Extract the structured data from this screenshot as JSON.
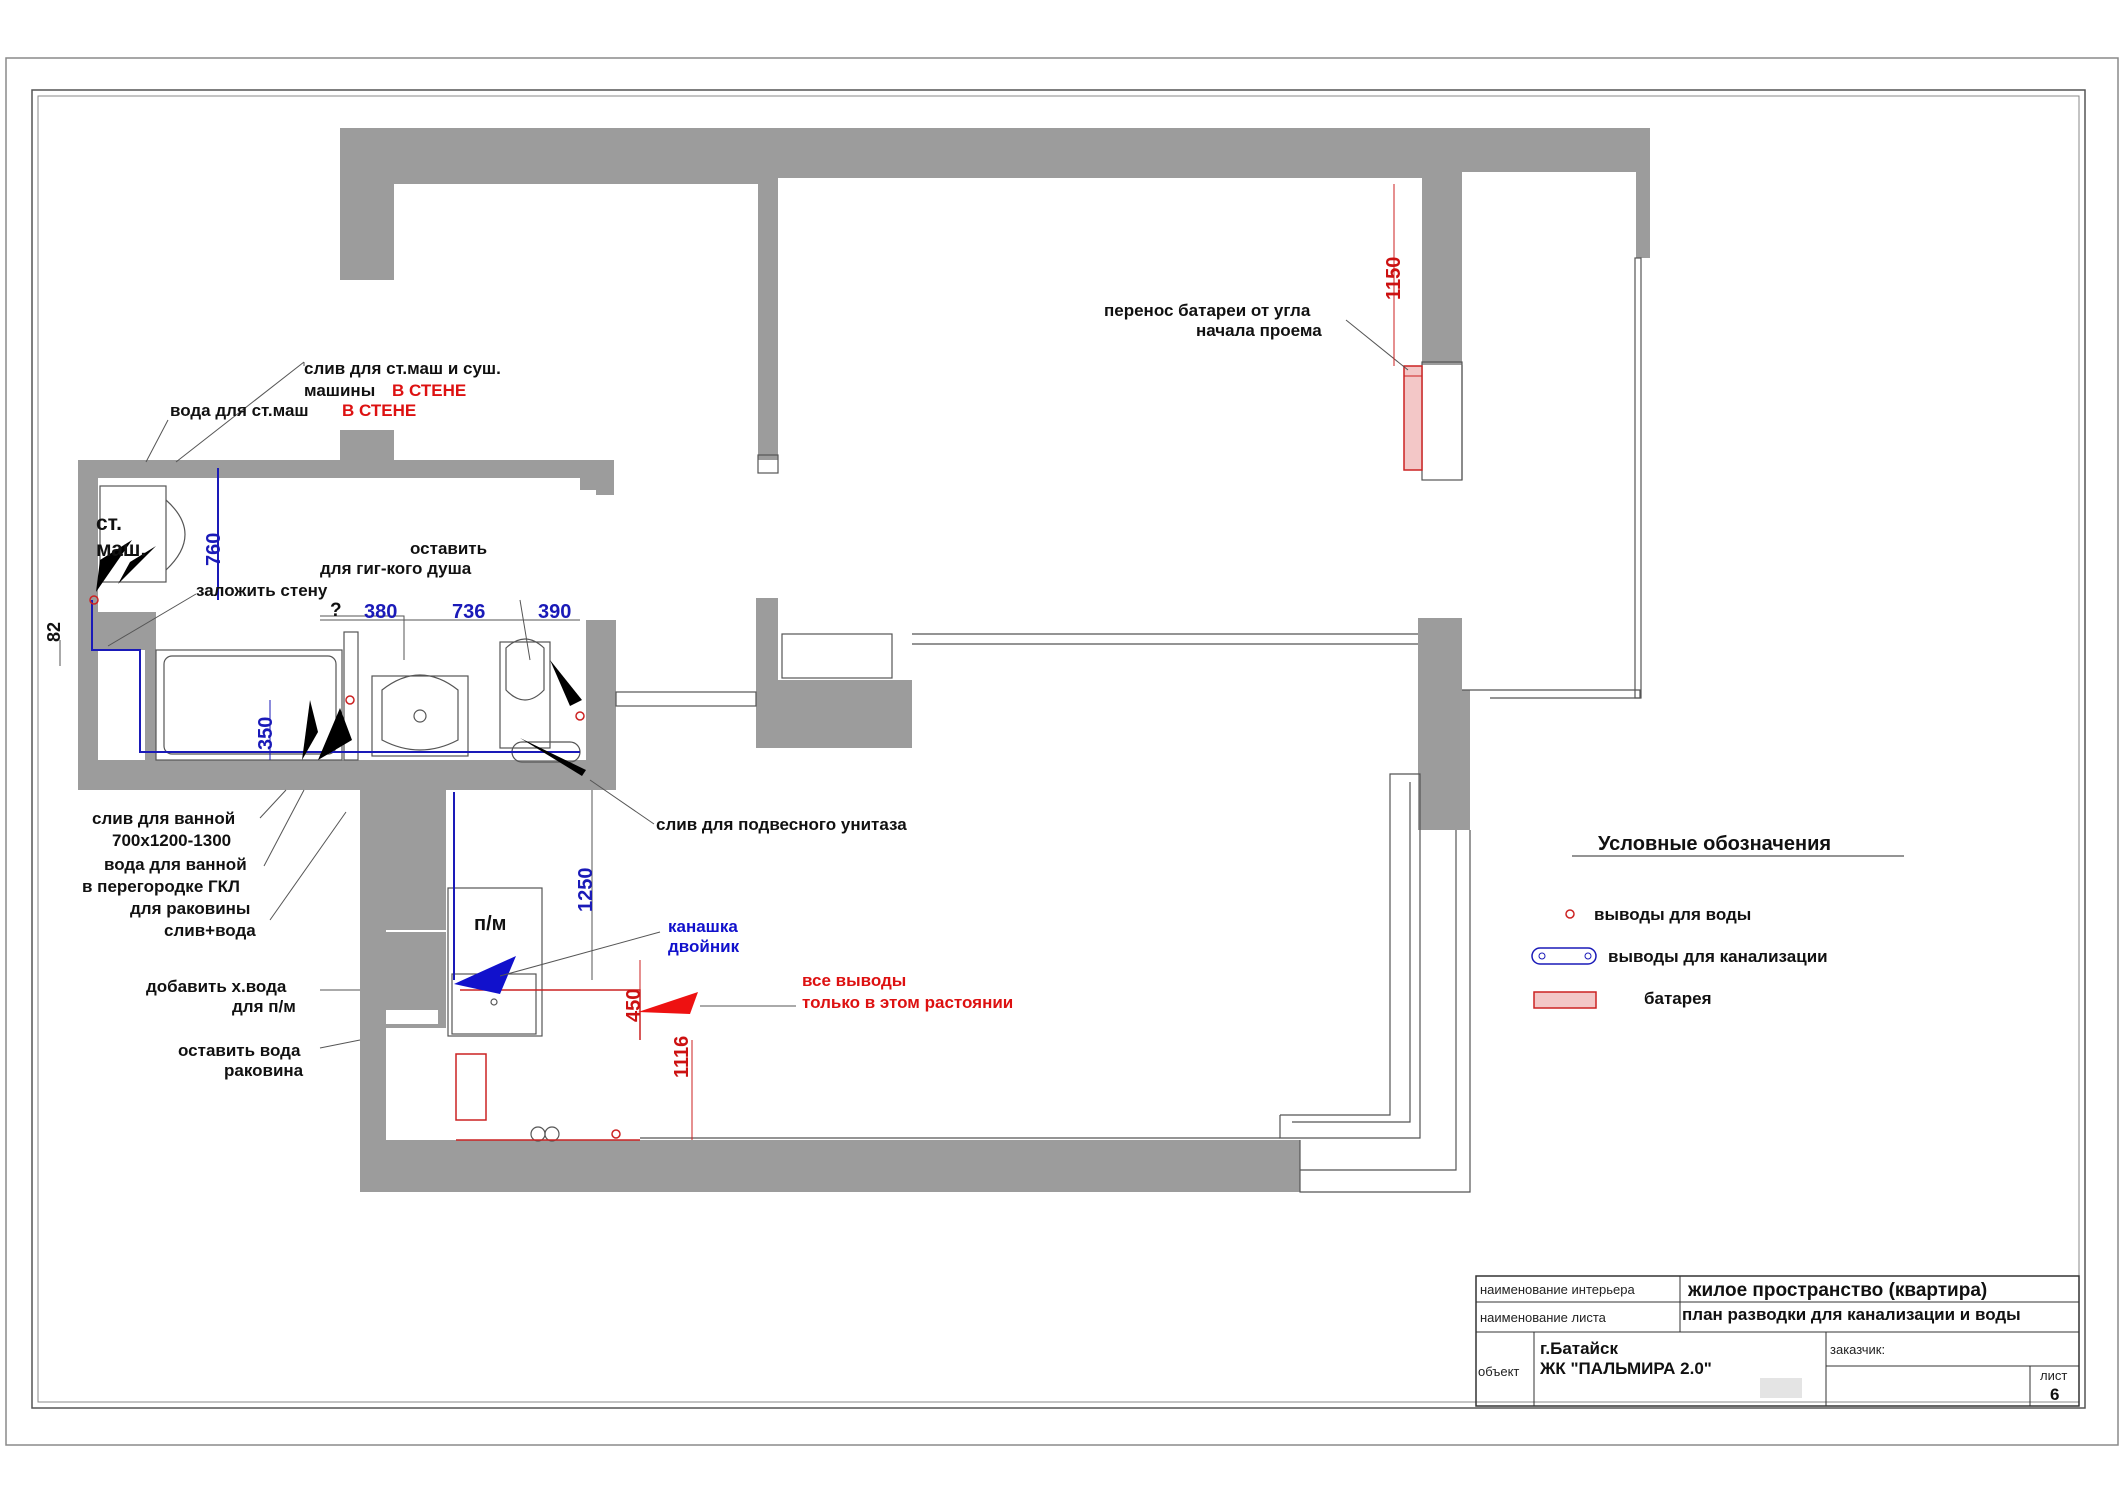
{
  "plan": {
    "annotations": {
      "drain_washer_dryer_1": "слив для ст.маш и суш.",
      "drain_washer_dryer_2": "машины",
      "in_wall": "В СТЕНЕ",
      "water_washer": "вода для ст.маш",
      "washer_label_1": "ст.",
      "washer_label_2": "маш.",
      "leave_1": "оставить",
      "leave_2": "для гиг-кого душа",
      "block_wall": "заложить стену",
      "question": "?",
      "bath_drain_1": "слив для ванной",
      "bath_drain_2": "700х1200-1300",
      "bath_water_1": "вода для ванной",
      "bath_water_2": "в перегородке ГКЛ",
      "sink_1": "для раковины",
      "sink_2": "слив+вода",
      "dishwasher_water_1": "добавить х.вода",
      "dishwasher_water_2": "для п/м",
      "sink_water_1": "оставить вода",
      "sink_water_2": "раковина",
      "toilet_drain": "слив для подвесного унитаза",
      "dishwasher": "п/м",
      "sewer_1": "канашка",
      "sewer_2": "двойник",
      "all_outlets_1": "все выводы",
      "all_outlets_2": "только в этом растоянии",
      "radiator_move_1": "перенос батареи от угла",
      "radiator_move_2": "начала проема"
    },
    "dimensions": {
      "d760": "760",
      "d82": "82",
      "d380": "380",
      "d736": "736",
      "d390": "390",
      "d350": "350",
      "d1250": "1250",
      "d450": "450",
      "d1116": "1116",
      "d1150": "1150"
    }
  },
  "legend": {
    "title": "Условные обозначения",
    "items": [
      {
        "label": "выводы для воды"
      },
      {
        "label": "выводы для канализации"
      },
      {
        "label": "батарея"
      }
    ]
  },
  "title_block": {
    "interior_label": "наименование интерьера",
    "interior_value": "жилое пространство (квартира)",
    "sheet_label": "наименование листа",
    "sheet_value": "план разводки для канализации и воды",
    "object_label": "объект",
    "object_value_1": "г.Батайск",
    "object_value_2": "ЖК \"ПАЛЬМИРА 2.0\"",
    "customer_label": "заказчик:",
    "page_label": "лист",
    "page_number": "6"
  },
  "colors": {
    "wall": "#9c9c9c",
    "water_pipe": "#cc2222",
    "sewer_pipe": "#1a1ab8",
    "accent_red": "#dd1111"
  }
}
